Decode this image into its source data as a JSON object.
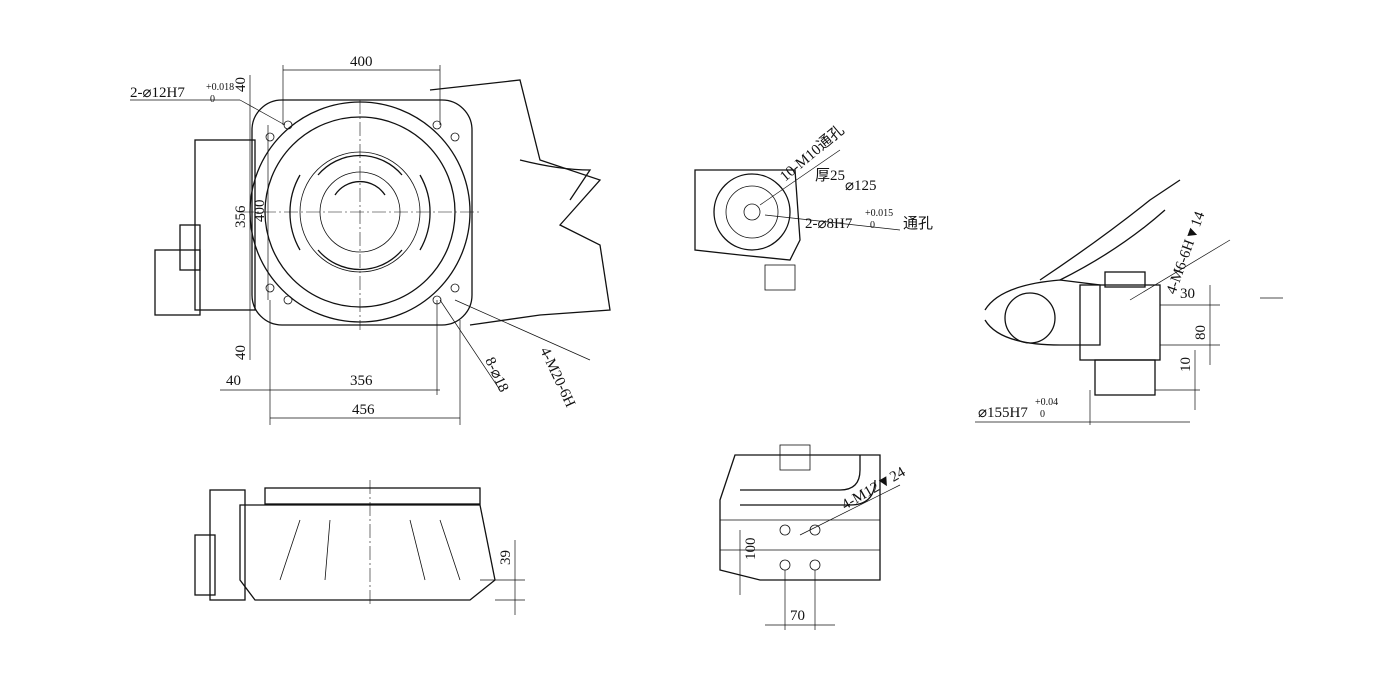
{
  "top_view": {
    "dim_top_400": "400",
    "hole_label": "2-⌀12H7",
    "hole_tol_upper": "+0.018",
    "hole_tol_lower": "0",
    "dim_left_40_top": "40",
    "dim_left_356": "356",
    "dim_inner_400": "400",
    "dim_left_40_bottom": "40",
    "dim_bottom_40": "40",
    "dim_bottom_356": "356",
    "dim_bottom_456": "456",
    "holes_8": "8-⌀18",
    "thread_4": "4-M20-6H"
  },
  "side_view": {
    "dim_39": "39"
  },
  "flange_view": {
    "holes_10": "10-M10通孔",
    "thickness": "厚25",
    "pcd": "⌀125",
    "pin_holes": "2-⌀8H7",
    "pin_tol_upper": "+0.015",
    "pin_tol_lower": "0",
    "pin_suffix": "通孔"
  },
  "wrist_view": {
    "thread": "4-M6-6H▼14",
    "dim_30": "30",
    "dim_80": "80",
    "dim_10": "10",
    "bore": "⌀155H7",
    "bore_tol_upper": "+0.04",
    "bore_tol_lower": "0"
  },
  "arm_view": {
    "thread": "4-M12▼24",
    "dim_100": "100",
    "dim_70": "70"
  }
}
